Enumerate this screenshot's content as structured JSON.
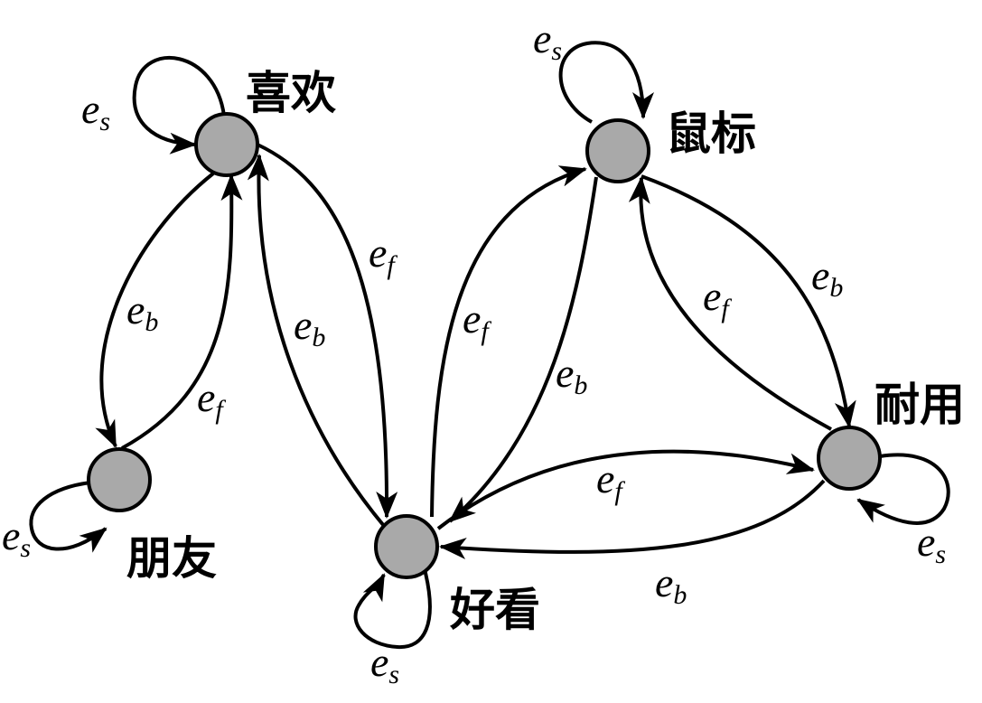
{
  "diagram": {
    "colors": {
      "node_fill": "#a9a9a9",
      "stroke": "#000000",
      "background": "#ffffff"
    },
    "nodes": [
      {
        "id": "xihuan",
        "label": "喜欢"
      },
      {
        "id": "pengyou",
        "label": "朋友"
      },
      {
        "id": "haokan",
        "label": "好看"
      },
      {
        "id": "shubiao",
        "label": "鼠标"
      },
      {
        "id": "naiyong",
        "label": "耐用"
      }
    ],
    "edge_types": {
      "es": {
        "base": "e",
        "sub": "s"
      },
      "eb": {
        "base": "e",
        "sub": "b"
      },
      "ef": {
        "base": "e",
        "sub": "f"
      }
    },
    "edges": [
      {
        "from": "xihuan",
        "to": "xihuan",
        "type": "es"
      },
      {
        "from": "xihuan",
        "to": "pengyou",
        "type": "eb"
      },
      {
        "from": "pengyou",
        "to": "xihuan",
        "type": "ef"
      },
      {
        "from": "pengyou",
        "to": "pengyou",
        "type": "es"
      },
      {
        "from": "haokan",
        "to": "xihuan",
        "type": "eb"
      },
      {
        "from": "xihuan",
        "to": "haokan",
        "type": "ef"
      },
      {
        "from": "haokan",
        "to": "shubiao",
        "type": "ef"
      },
      {
        "from": "shubiao",
        "to": "haokan",
        "type": "eb"
      },
      {
        "from": "shubiao",
        "to": "shubiao",
        "type": "es"
      },
      {
        "from": "shubiao",
        "to": "naiyong",
        "type": "eb"
      },
      {
        "from": "naiyong",
        "to": "shubiao",
        "type": "ef"
      },
      {
        "from": "naiyong",
        "to": "naiyong",
        "type": "es"
      },
      {
        "from": "haokan",
        "to": "naiyong",
        "type": "ef"
      },
      {
        "from": "naiyong",
        "to": "haokan",
        "type": "eb"
      },
      {
        "from": "haokan",
        "to": "haokan",
        "type": "es"
      }
    ]
  }
}
